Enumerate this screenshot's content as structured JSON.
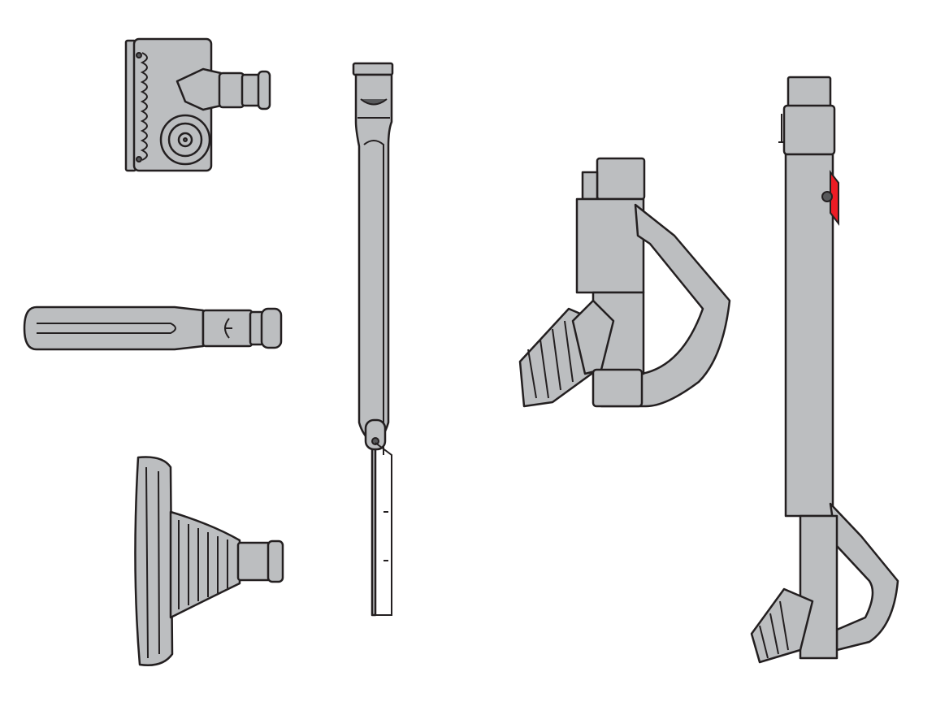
{
  "colors": {
    "connector": "#4cb848",
    "part_fill": "#bcbec0",
    "outline": "#231f20",
    "trigger": "#ed1c24"
  },
  "parts": [
    "turbo-brush-head",
    "crevice-tool",
    "dusting-brush-tool",
    "extension-wand",
    "handle",
    "assembled-handle-and-wand"
  ]
}
